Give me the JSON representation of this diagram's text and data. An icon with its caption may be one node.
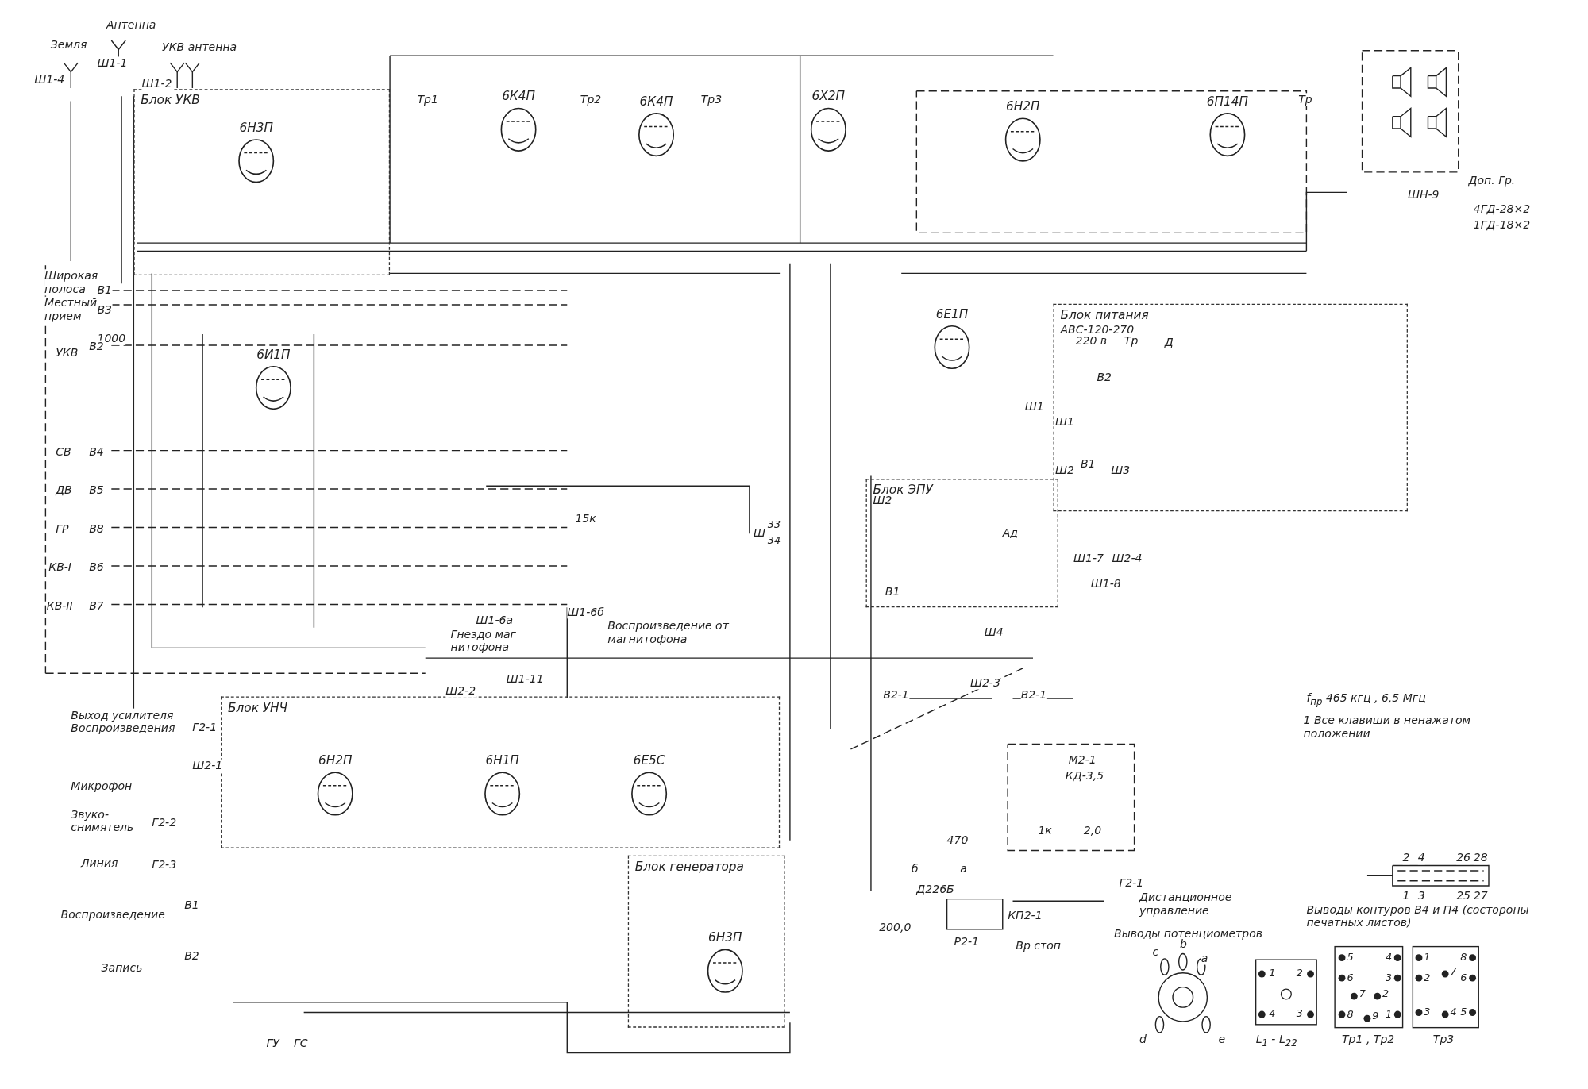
{
  "diagram": {
    "nodes": [
      {
        "text": [
          "Блок УКВ"
        ]
      },
      {
        "text": [
          "6Н3П"
        ],
        "in": 0
      },
      {
        "text": [
          "6К4П"
        ]
      },
      {
        "text": [
          "6К4П"
        ]
      },
      {
        "text": [
          "6Х2П"
        ]
      },
      {
        "text": [
          "6Н2П"
        ]
      },
      {
        "text": [
          "6П14П"
        ]
      },
      {
        "text": [
          "6И1П"
        ]
      },
      {
        "text": [
          "6Е1П"
        ]
      },
      {
        "text": [
          "Блок питания",
          "АВС-120-270"
        ]
      },
      {
        "text": [
          "Блок ЭПУ"
        ]
      },
      {
        "text": [
          "Блок УНЧ"
        ]
      },
      {
        "text": [
          "6Н2П"
        ],
        "in": 11
      },
      {
        "text": [
          "6Н1П"
        ],
        "in": 11
      },
      {
        "text": [
          "6Е5С"
        ],
        "in": 11
      },
      {
        "text": [
          "Блок генератора"
        ]
      },
      {
        "text": [
          "6Н3П"
        ],
        "in": 15
      }
    ],
    "labels": [
      "Антенна",
      "Земля",
      "УКВ антенна",
      "Ш1-1",
      "Ш1-4",
      "Ш1-2",
      "Тр1",
      "Тр2",
      "Тр3",
      "Тр",
      "Доп. Гр.",
      "ШН-9",
      "4ГД-28×2",
      "1ГД-18×2",
      "Широкая полоса",
      "В1",
      "Местный прием",
      "В3",
      "1000",
      "УКВ",
      "В2",
      "СВ",
      "В4",
      "ДВ",
      "В5",
      "ГР",
      "В8",
      "КВ-I",
      "В6",
      "КВ-II",
      "В7",
      "15к",
      "Ш",
      "33",
      "34",
      "Ш1-6а",
      "Гнездо маг нитофона",
      "Ш1-6б",
      "Воспроизведение от магнитофона",
      "Ш2-2",
      "Ш1-11",
      "Выход усилителя Воспроизведения",
      "Г2-1",
      "Ш2-1",
      "Микрофон",
      "Звуко- снимятель",
      "Г2-2",
      "Линия",
      "Г2-3",
      "Воспроизведение",
      "В1",
      "Запись",
      "В2",
      "ГУ",
      "ГС",
      "220 в",
      "Тр",
      "Ш1",
      "Ш1",
      "В2",
      "Ш2",
      "В1",
      "Ш3",
      "Д",
      "Ш2",
      "Ад",
      "В1",
      "Ш1-7",
      "Ш2-4",
      "Ш1-8",
      "Ш4",
      "В2-1",
      "Ш2-3",
      "В2-1",
      "М2-1",
      "КД-3,5",
      "1к",
      "2,0",
      "470",
      "б",
      "а",
      "Д226Б",
      "200,0",
      "КП2-1",
      "Р2-1",
      "Вр стоп",
      "Г2-1",
      "Дистанционное управление",
      "Выводы потенциометров",
      "с",
      "b",
      "а",
      "d",
      "е",
      "f$_{пр}$ 465 кгц , 6,5 Мгц",
      "1 Все клавиши в ненажатом положении",
      "2",
      "4",
      "26",
      "28",
      "1",
      "3",
      "25",
      "27",
      "Выводы контуров В4 и П4 (состороны печатных листов)",
      "L$_{1}$ - L$_{22}$",
      "Тр1 , Тр2",
      "Тр3",
      "1",
      "2",
      "4",
      "3",
      "5",
      "4",
      "6",
      "3",
      "7",
      "2",
      "8",
      "9",
      "1",
      "1",
      "8",
      "2",
      "7",
      "6",
      "3",
      "4",
      "5"
    ]
  }
}
